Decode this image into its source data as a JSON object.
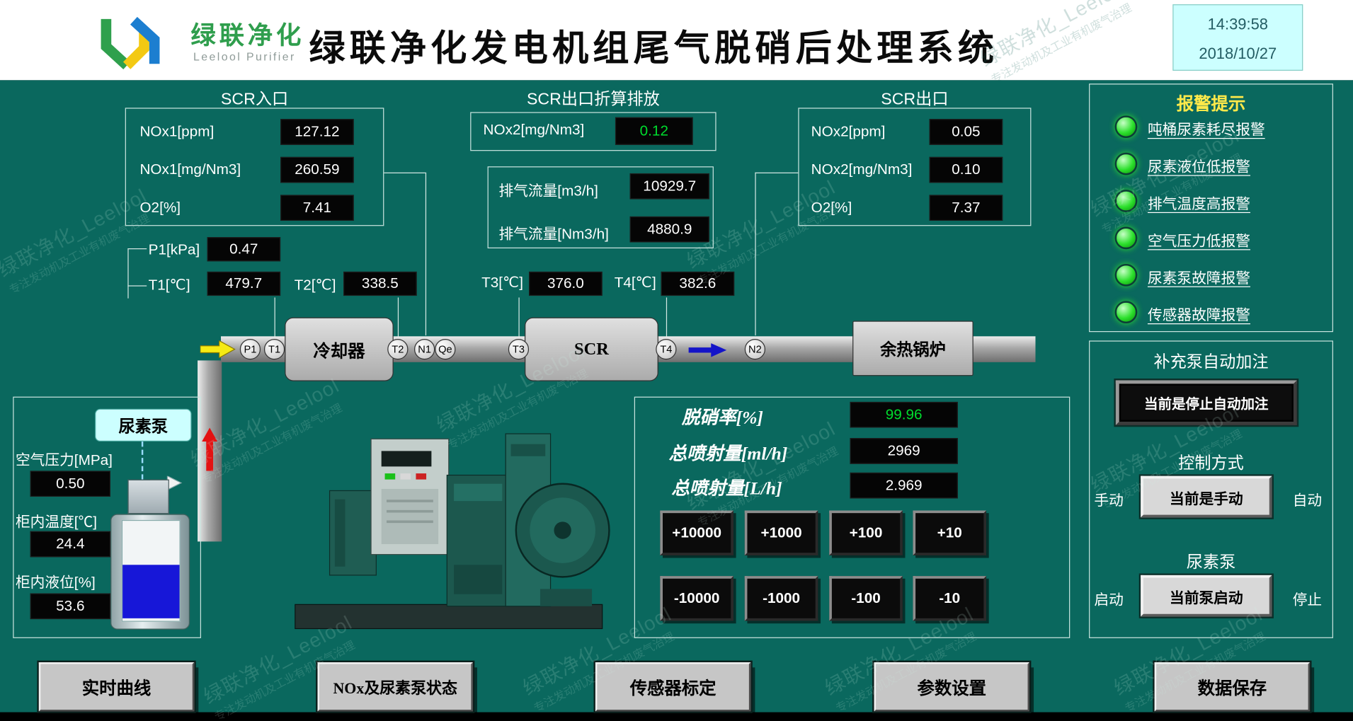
{
  "header": {
    "brand": {
      "name": "绿联净化",
      "subtitle": "Leelool Purifier"
    },
    "title": "绿联净化发电机组尾气脱硝后处理系统",
    "clock": {
      "time": "14:39:58",
      "date": "2018/10/27"
    }
  },
  "scr_inlet": {
    "title": "SCR入口",
    "rows": [
      {
        "label": "NOx1[ppm]",
        "value": "127.12"
      },
      {
        "label": "NOx1[mg/Nm3]",
        "value": "260.59"
      },
      {
        "label": "O2[%]",
        "value": "7.41"
      }
    ]
  },
  "scr_outlet_conv": {
    "title": "SCR出口折算排放",
    "nox": {
      "label": "NOx2[mg/Nm3]",
      "value": "0.12"
    },
    "flows": [
      {
        "label": "排气流量[m3/h]",
        "value": "10929.7"
      },
      {
        "label": "排气流量[Nm3/h]",
        "value": "4880.9"
      }
    ]
  },
  "scr_outlet": {
    "title": "SCR出口",
    "rows": [
      {
        "label": "NOx2[ppm]",
        "value": "0.05"
      },
      {
        "label": "NOx2[mg/Nm3]",
        "value": "0.10"
      },
      {
        "label": "O2[%]",
        "value": "7.37"
      }
    ]
  },
  "points": {
    "p1": {
      "label": "P1[kPa]",
      "value": "0.47"
    },
    "t1": {
      "label": "T1[℃]",
      "value": "479.7"
    },
    "t2": {
      "label": "T2[℃]",
      "value": "338.5"
    },
    "t3": {
      "label": "T3[℃]",
      "value": "376.0"
    },
    "t4": {
      "label": "T4[℃]",
      "value": "382.6"
    }
  },
  "pipeline": {
    "tags": [
      "P1",
      "T1",
      "T2",
      "N1",
      "Qe",
      "T3",
      "T4",
      "N2"
    ],
    "cooler": "冷却器",
    "scr": "SCR",
    "boiler": "余热锅炉"
  },
  "urea": {
    "pump_label": "尿素泵",
    "rows": [
      {
        "label": "空气压力[MPa]",
        "value": "0.50"
      },
      {
        "label": "柜内温度[℃]",
        "value": "24.4"
      },
      {
        "label": "柜内液位[%]",
        "value": "53.6"
      }
    ]
  },
  "injection": {
    "rows": [
      {
        "label": "脱硝率[%]",
        "value": "99.96"
      },
      {
        "label": "总喷射量[ml/h]",
        "value": "2969"
      },
      {
        "label": "总喷射量[L/h]",
        "value": "2.969"
      }
    ],
    "plus": [
      "+10000",
      "+1000",
      "+100",
      "+10"
    ],
    "minus": [
      "-10000",
      "-1000",
      "-100",
      "-10"
    ]
  },
  "alarms": {
    "title": "报警提示",
    "items": [
      "吨桶尿素耗尽报警",
      "尿素液位低报警",
      "排气温度高报警",
      "空气压力低报警",
      "尿素泵故障报警",
      "传感器故障报警"
    ]
  },
  "controls": {
    "refill": {
      "title": "补充泵自动加注",
      "button": "当前是停止自动加注"
    },
    "mode": {
      "title": "控制方式",
      "left": "手动",
      "button": "当前是手动",
      "right": "自动"
    },
    "pump": {
      "title": "尿素泵",
      "left": "启动",
      "button": "当前泵启动",
      "right": "停止"
    }
  },
  "nav": [
    "实时曲线",
    "NOx及尿素泵状态",
    "传感器标定",
    "参数设置",
    "数据保存"
  ],
  "watermark": {
    "line1": "绿联净化_Leelool",
    "line2": "专注发动机及工业有机废气治理"
  },
  "colors": {
    "background": "#0A685E",
    "value_green": "#00DD2E",
    "alarm_led": "#2CE02C",
    "accent_cyan": "#CCFFFF",
    "title_yellow": "#FFE94A"
  }
}
